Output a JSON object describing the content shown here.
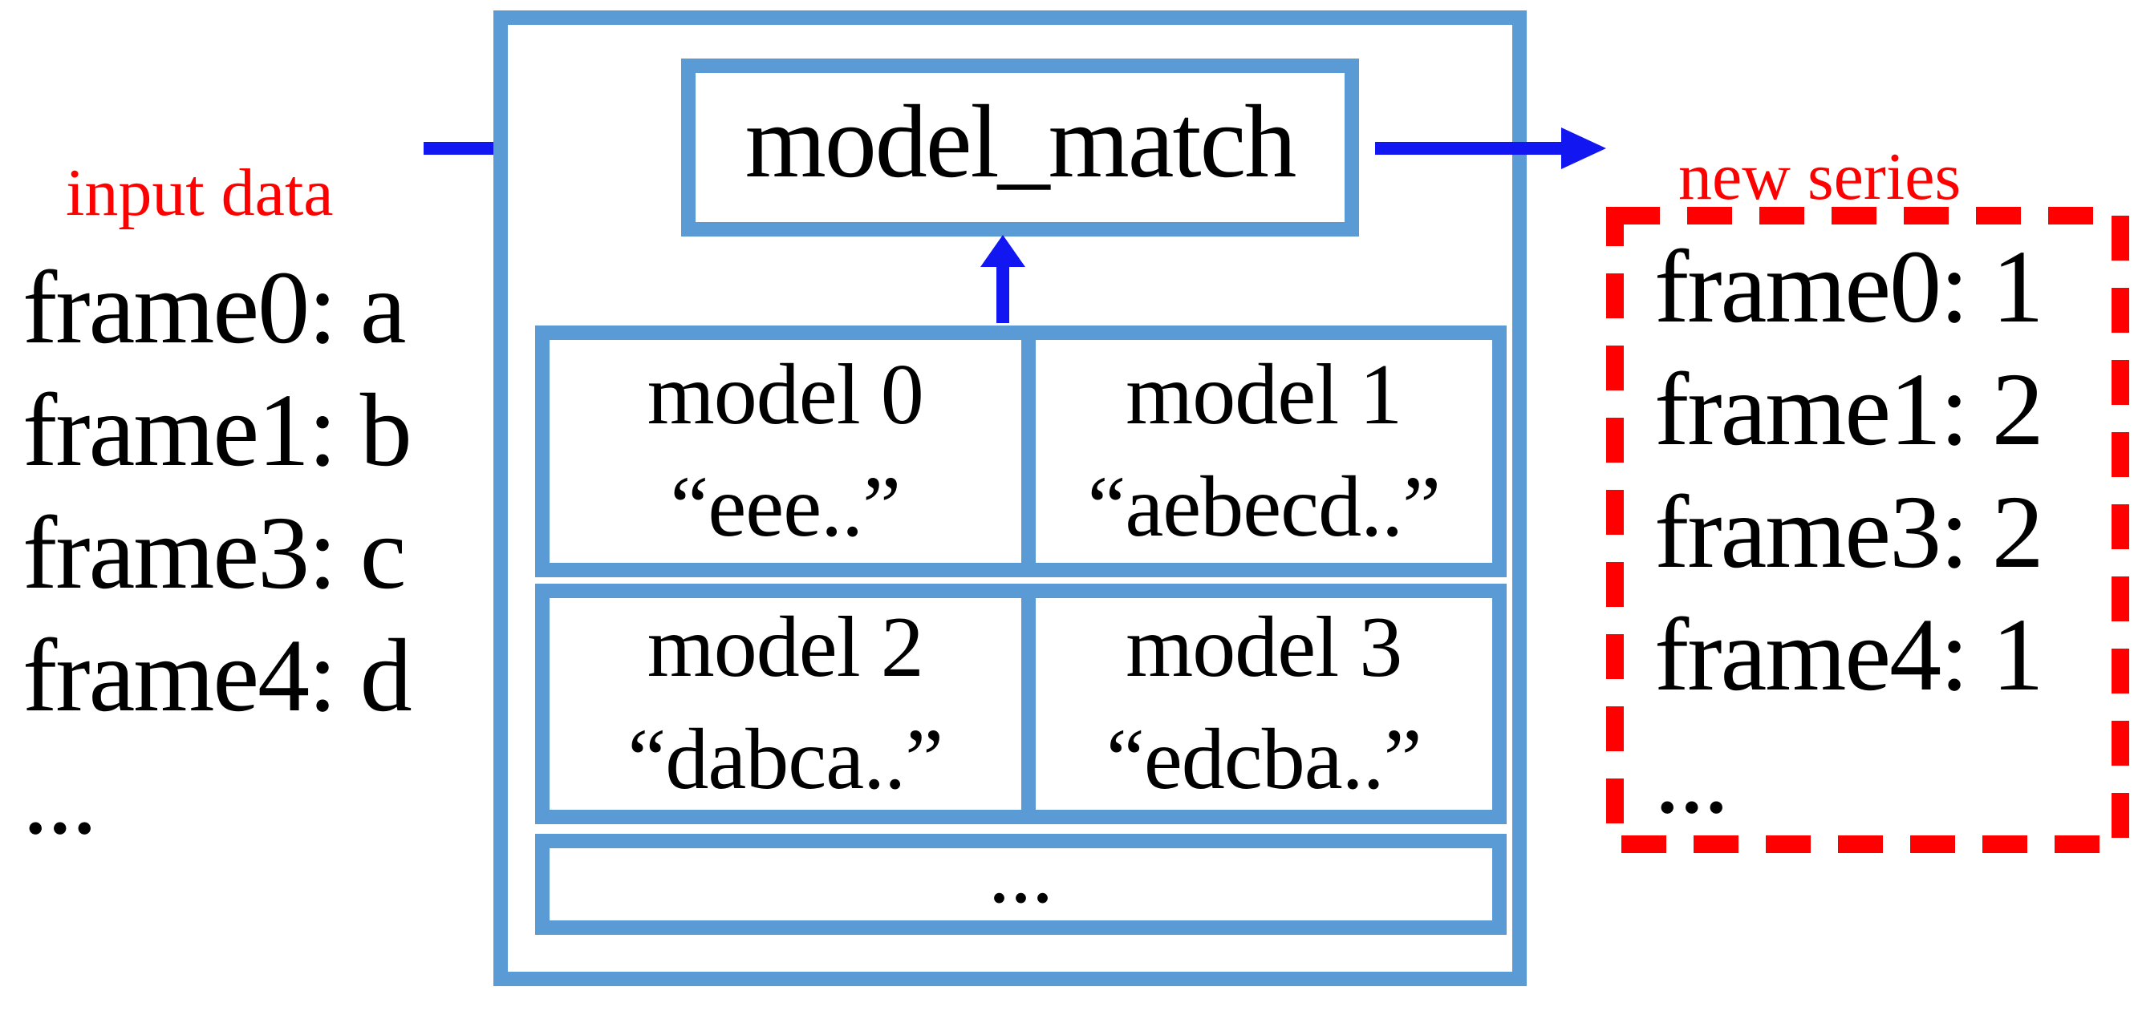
{
  "colors": {
    "box_border_blue": "#5b9bd5",
    "arrow_blue": "#1216f0",
    "annotation_red": "#ff0000",
    "text_black": "#000000"
  },
  "input": {
    "label": "input data",
    "lines": [
      "frame0: a",
      "frame1: b",
      "frame3: c",
      "frame4: d",
      "..."
    ]
  },
  "processor": {
    "title": "model_match",
    "models": [
      {
        "name": "model 0",
        "sample": "“eee..”"
      },
      {
        "name": "model 1",
        "sample": "“aebecd..”"
      },
      {
        "name": "model 2",
        "sample": "“dabca..”"
      },
      {
        "name": "model 3",
        "sample": "“edcba..”"
      }
    ],
    "more_models": "..."
  },
  "output": {
    "label": "new series",
    "lines": [
      "frame0: 1",
      "frame1: 2",
      "frame3: 2",
      "frame4: 1",
      "..."
    ]
  }
}
